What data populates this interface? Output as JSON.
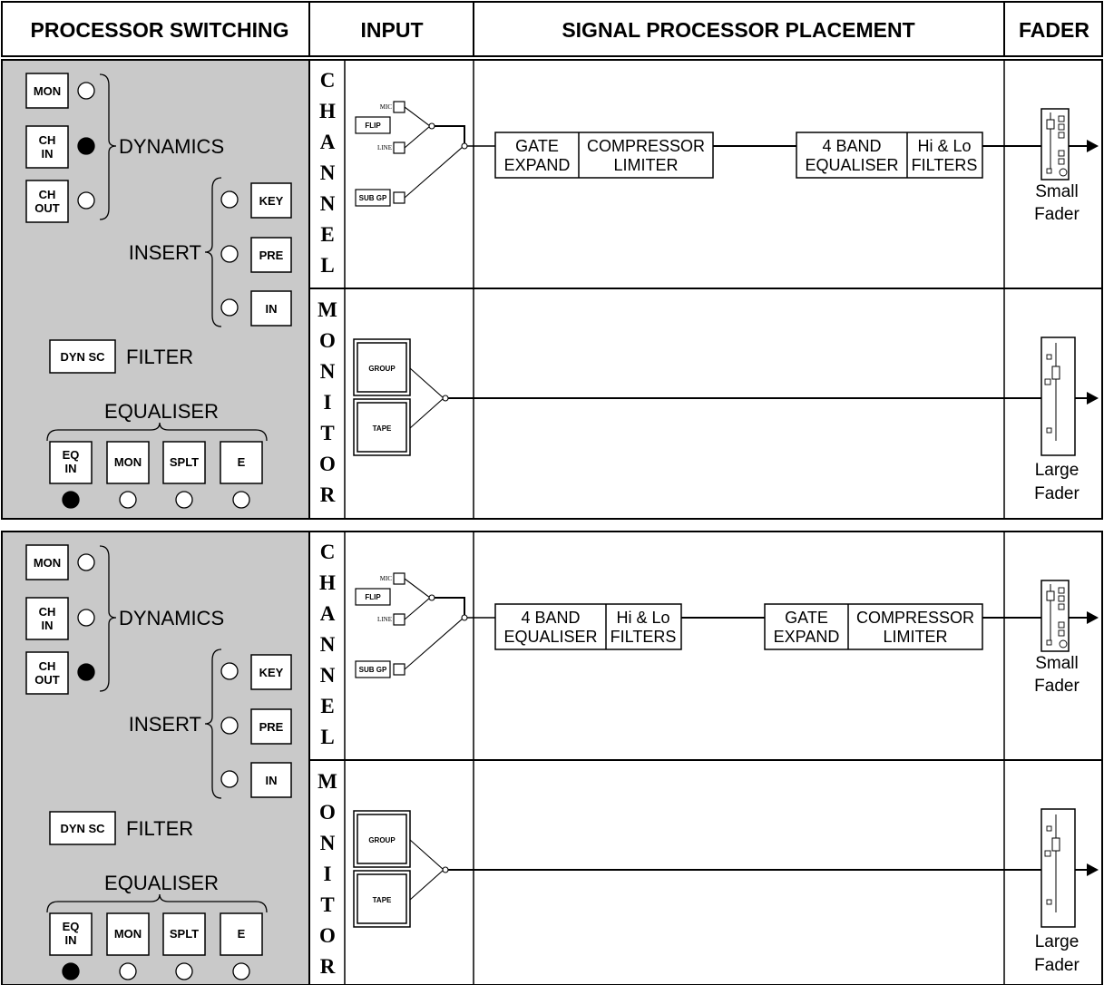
{
  "header": {
    "processor_switching": "PROCESSOR SWITCHING",
    "input": "INPUT",
    "signal_processor_placement": "SIGNAL PROCESSOR PLACEMENT",
    "fader": "FADER"
  },
  "labels": {
    "mon": "MON",
    "ch": "CH",
    "in": "IN",
    "out": "OUT",
    "dynamics": "DYNAMICS",
    "insert": "INSERT",
    "key": "KEY",
    "pre": "PRE",
    "dyn_sc": "DYN SC",
    "filter": "FILTER",
    "equaliser": "EQUALISER",
    "eq": "EQ",
    "splt": "SPLT",
    "e": "E",
    "channel_letters": [
      "C",
      "H",
      "A",
      "N",
      "N",
      "E",
      "L"
    ],
    "monitor_letters": [
      "M",
      "O",
      "N",
      "I",
      "T",
      "O",
      "R"
    ],
    "mic": "MIC",
    "flip": "FLIP",
    "line": "LINE",
    "sub_gp": "SUB GP",
    "group": "GROUP",
    "tape": "TAPE",
    "gate": "GATE",
    "expand": "EXPAND",
    "compressor": "COMPRESSOR",
    "limiter": "LIMITER",
    "four_band": "4 BAND",
    "equaliser_box": "EQUALISER",
    "hi_lo": "Hi & Lo",
    "filters": "FILTERS",
    "small": "Small",
    "large": "Large",
    "fader_word": "Fader"
  },
  "panels": [
    {
      "id": "top",
      "leds": {
        "mon": false,
        "ch_in": true,
        "ch_out": false,
        "key": false,
        "pre": false,
        "in": false,
        "eq_in": true,
        "eq_mon": false,
        "eq_splt": false,
        "eq_e": false
      },
      "chain_order": [
        "gate_compressor",
        "eq_filters"
      ]
    },
    {
      "id": "bottom",
      "leds": {
        "mon": false,
        "ch_in": false,
        "ch_out": true,
        "key": false,
        "pre": false,
        "in": false,
        "eq_in": true,
        "eq_mon": false,
        "eq_splt": false,
        "eq_e": false
      },
      "chain_order": [
        "eq_filters",
        "gate_compressor"
      ]
    }
  ],
  "colors": {
    "panel_gray": "#c9c9c9",
    "line": "#000000",
    "led_on": "#000000",
    "led_off": "#ffffff"
  }
}
